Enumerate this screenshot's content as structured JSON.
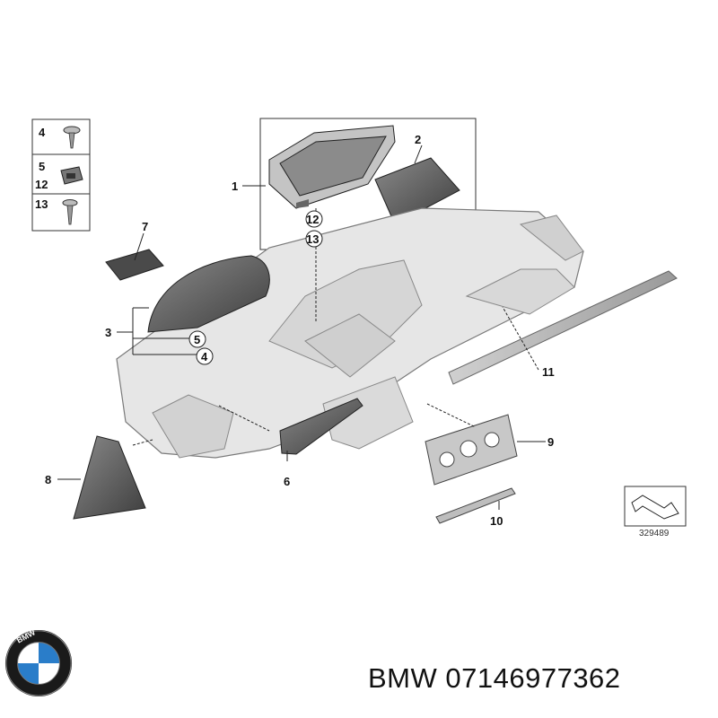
{
  "diagram": {
    "callouts": {
      "c1": "1",
      "c2": "2",
      "c3": "3",
      "c4": "4",
      "c5": "5",
      "c6": "6",
      "c7": "7",
      "c8": "8",
      "c9": "9",
      "c10": "10",
      "c11": "11",
      "legend4": "4",
      "legend5": "5",
      "legend12": "12",
      "legend13": "13",
      "circ12": "12",
      "circ13": "13",
      "circ5": "5",
      "circ4": "4"
    },
    "reference_number": "329489"
  },
  "footer": {
    "brand": "BMW",
    "part_number": "07146977362",
    "logo_letters": "BMW"
  },
  "colors": {
    "dashboard_fill": "#e6e6e6",
    "dark_part": "#555555",
    "line": "#222222"
  }
}
